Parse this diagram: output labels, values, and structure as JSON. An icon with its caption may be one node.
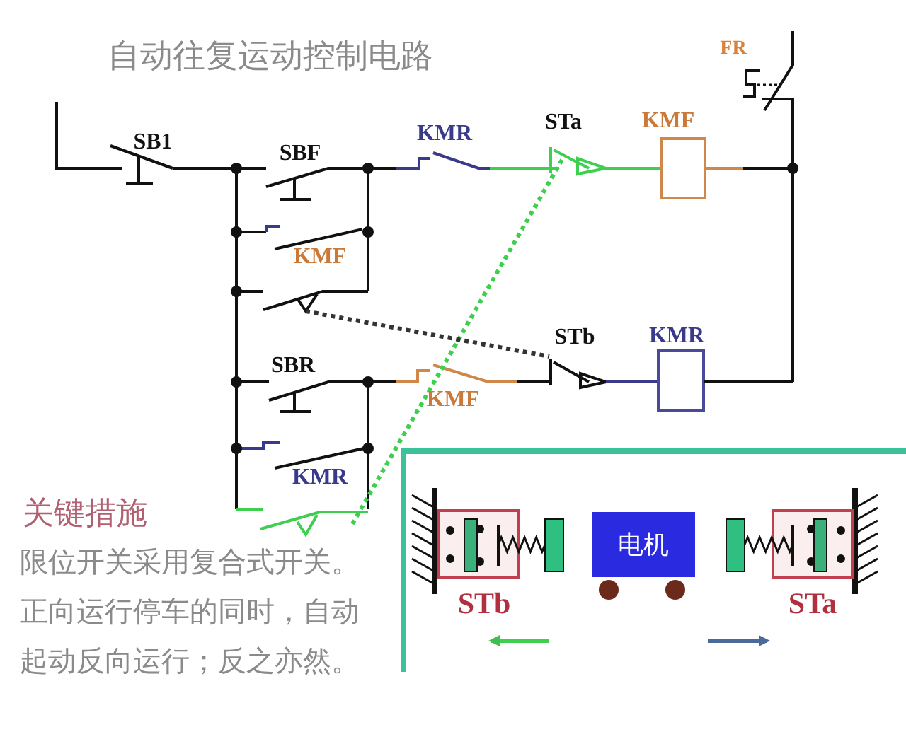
{
  "diagram": {
    "title": "自动往复运动控制电路",
    "nodes": [
      {
        "text": [
          "电机"
        ]
      }
    ],
    "labels": [
      "FR",
      "KMF",
      "STa",
      "KMR",
      "SB1",
      "SBF",
      "KMF",
      "STb",
      "KMR",
      "SBR",
      "KMF",
      "KMR",
      "关键措施",
      "限位开关采用复合式开关。正向运行停车的同时，自动起动反向运行；反之亦然。",
      "STb",
      "STa"
    ]
  }
}
